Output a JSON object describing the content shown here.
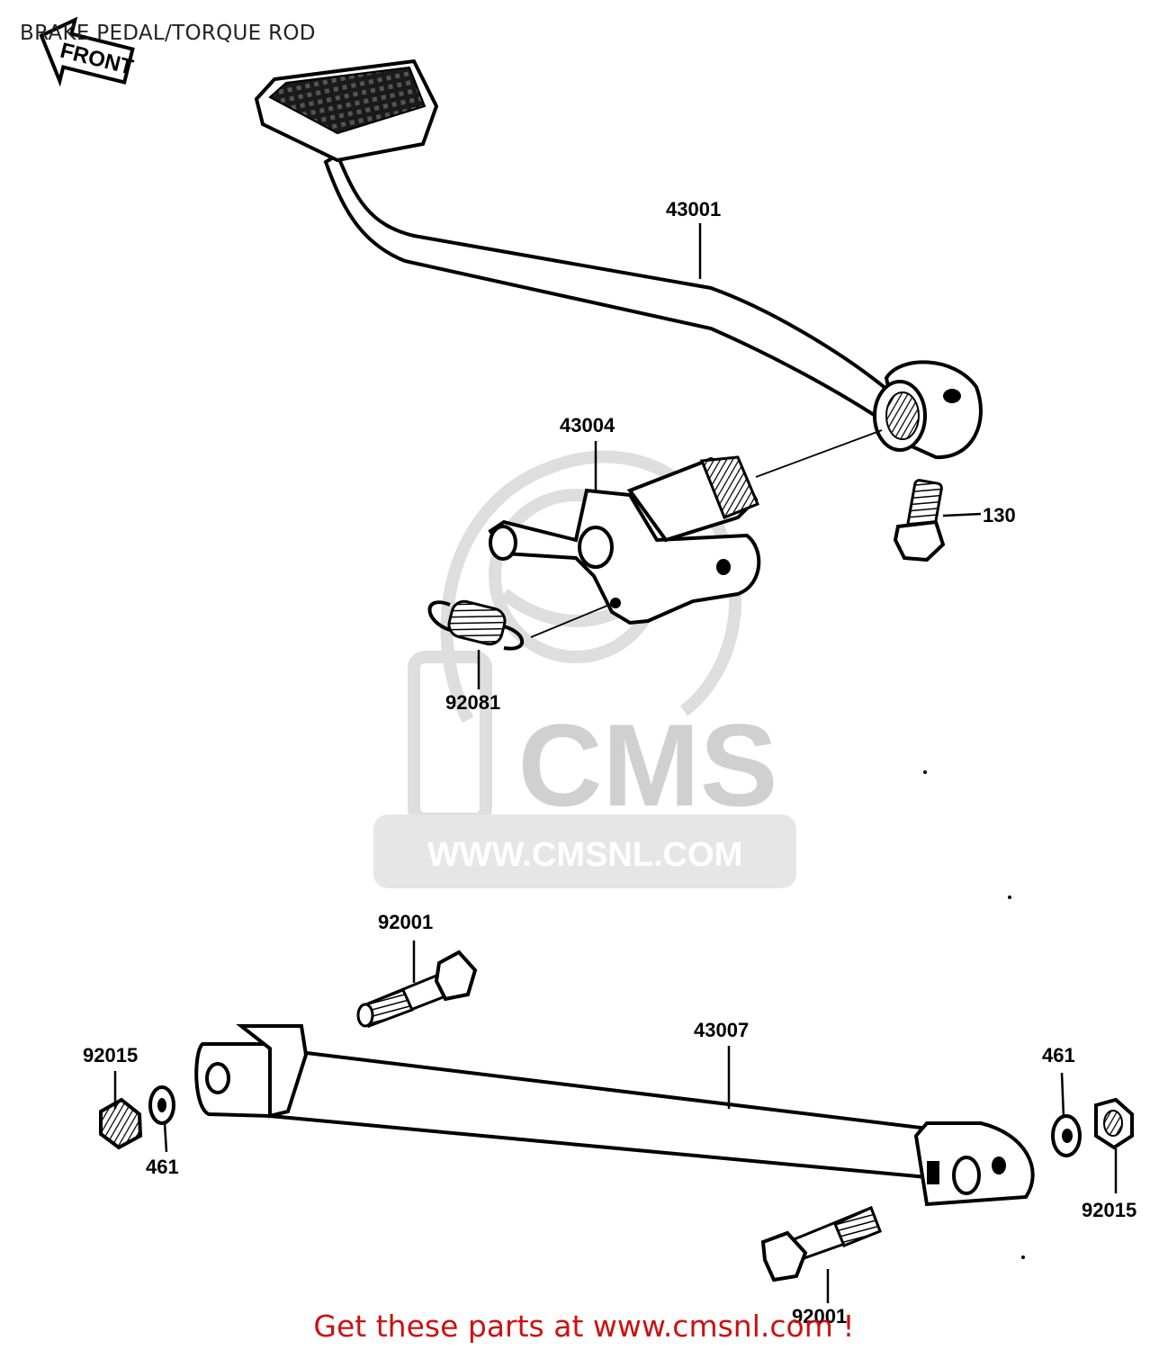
{
  "title": "BRAKE PEDAL/TORQUE ROD",
  "front_arrow": "FRONT",
  "watermark": {
    "brand": "CMS",
    "url": "WWW.CMSNL.COM"
  },
  "part_labels": {
    "pedal": "43001",
    "shaft": "43004",
    "bolt_130": "130",
    "spring": "92081",
    "bolt_upper": "92001",
    "torque_rod": "43007",
    "nut_left": "92015",
    "washer_left": "461",
    "washer_right": "461",
    "nut_right": "92015",
    "bolt_lower": "92001"
  },
  "footer": "Get these parts at www.cmsnl.com !"
}
